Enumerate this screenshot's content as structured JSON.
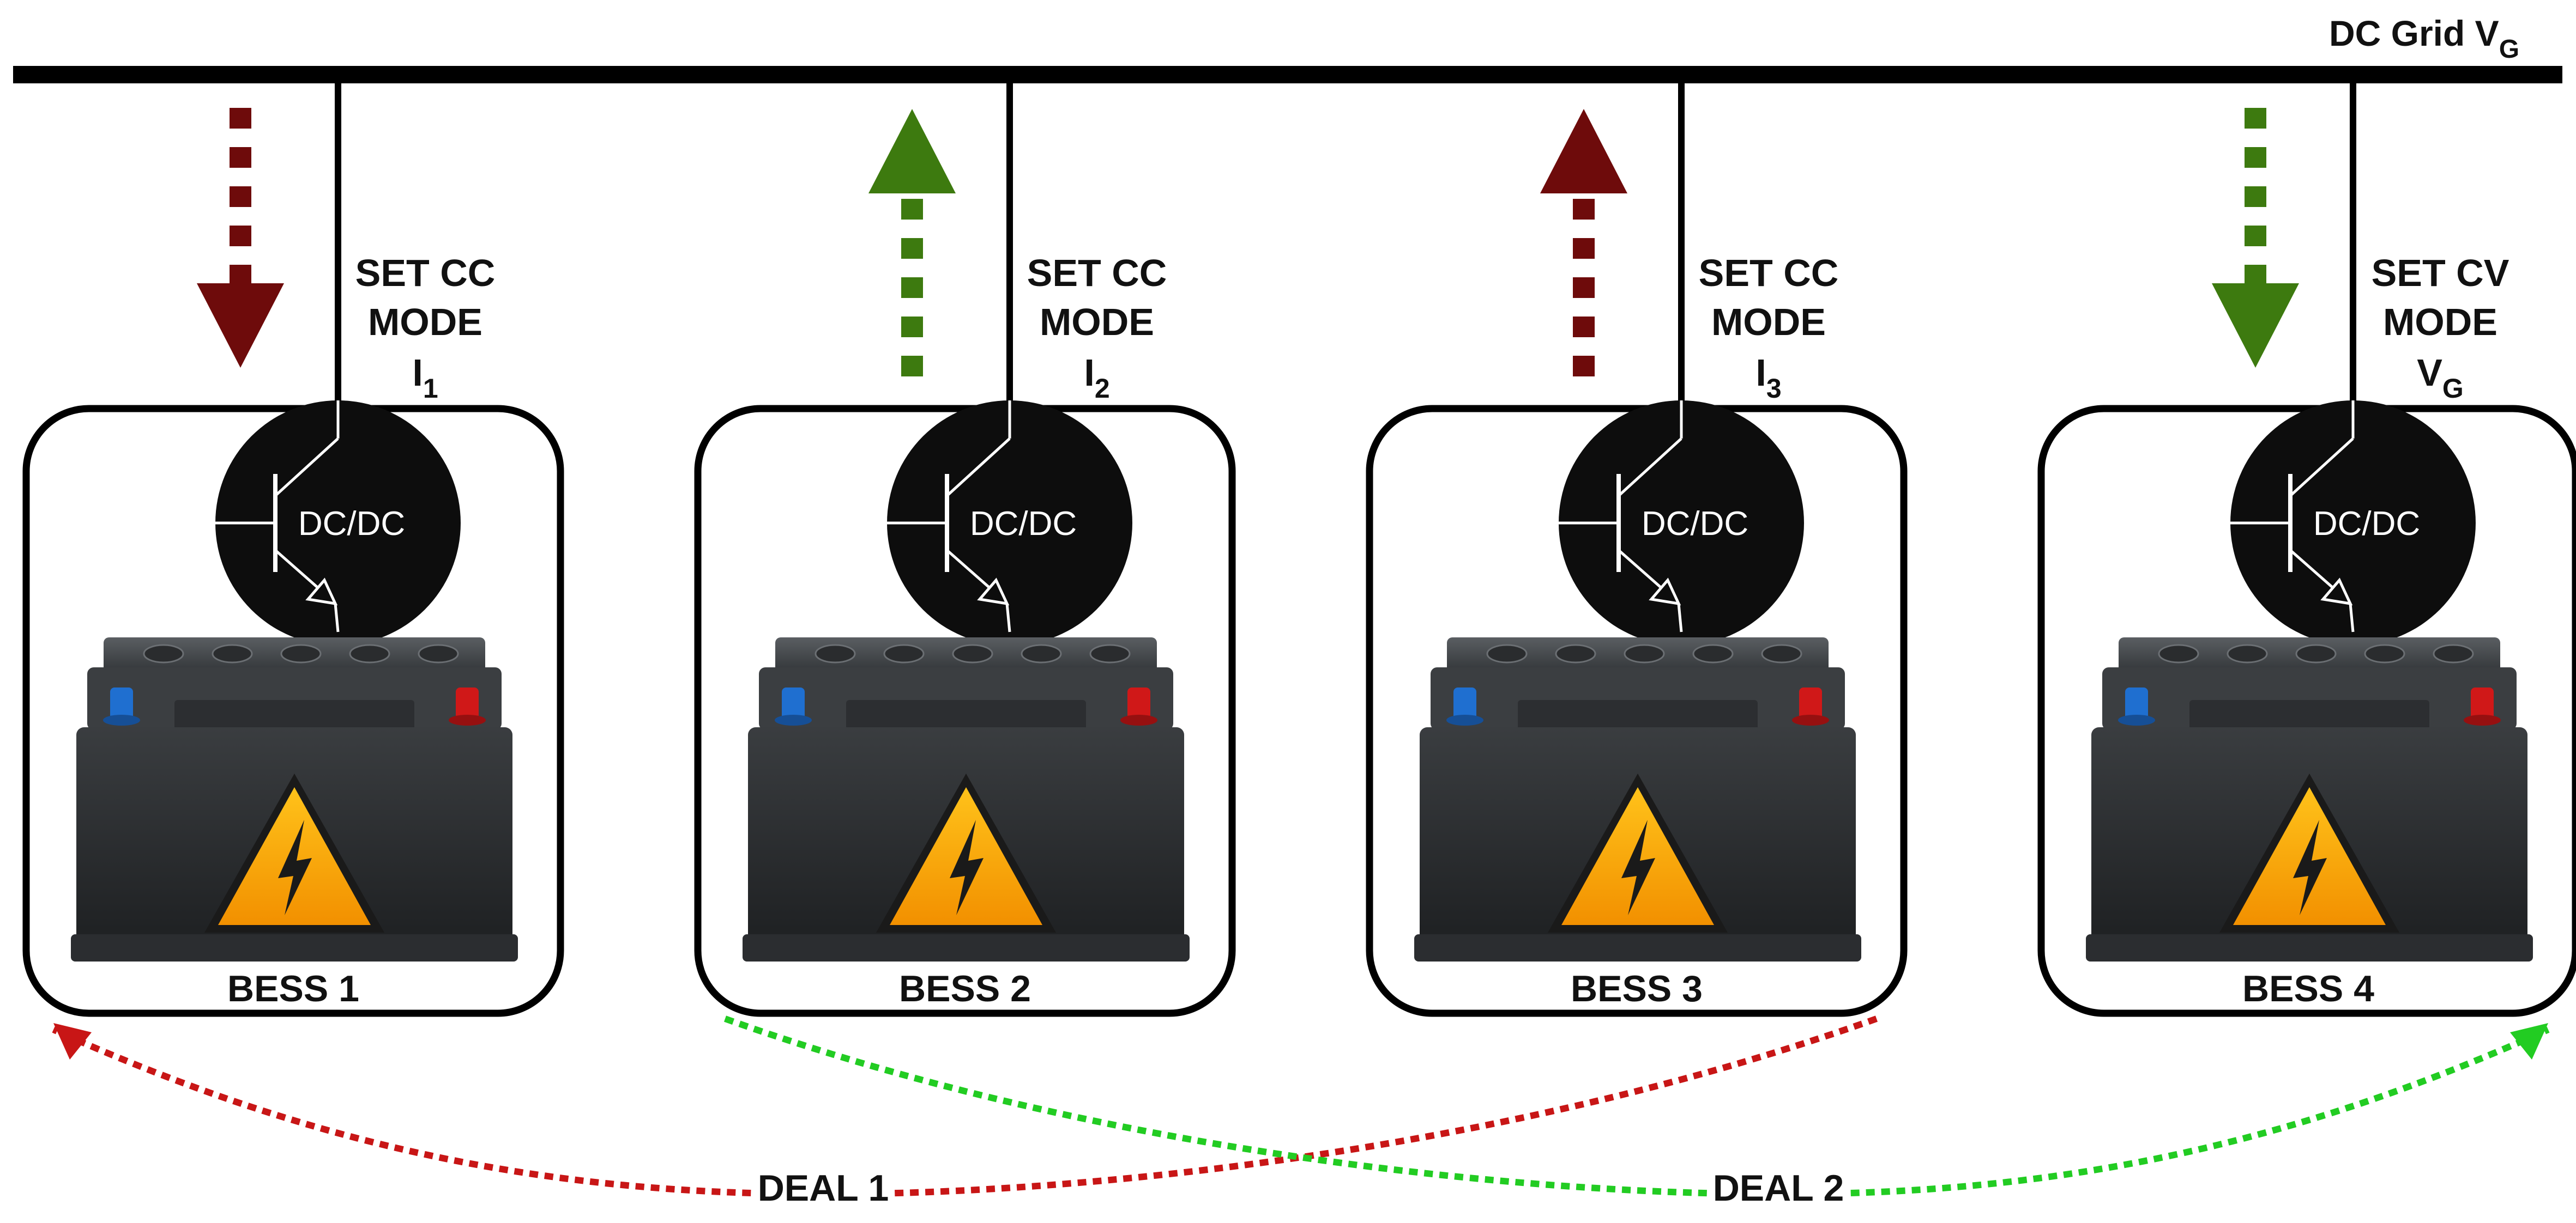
{
  "grid": {
    "label": "DC Grid V",
    "label_sub": "G"
  },
  "units": [
    {
      "mode_line1": "SET CC",
      "mode_line2": "MODE",
      "param": "I",
      "param_sub": "1",
      "converter": "DC/DC",
      "name": "BESS 1",
      "flow": "to-battery",
      "flow_color": "#6e0b0b"
    },
    {
      "mode_line1": "SET CC",
      "mode_line2": "MODE",
      "param": "I",
      "param_sub": "2",
      "converter": "DC/DC",
      "name": "BESS 2",
      "flow": "to-grid",
      "flow_color": "#3d7a0f"
    },
    {
      "mode_line1": "SET CC",
      "mode_line2": "MODE",
      "param": "I",
      "param_sub": "3",
      "converter": "DC/DC",
      "name": "BESS 3",
      "flow": "to-grid",
      "flow_color": "#6e0b0b"
    },
    {
      "mode_line1": "SET CV",
      "mode_line2": "MODE",
      "param": "V",
      "param_sub": "G",
      "converter": "DC/DC",
      "name": "BESS 4",
      "flow": "to-battery",
      "flow_color": "#3d7a0f"
    }
  ],
  "deals": [
    {
      "label": "DEAL 1",
      "from": "BESS 3",
      "to": "BESS 1",
      "color": "#c81616"
    },
    {
      "label": "DEAL 2",
      "from": "BESS 2",
      "to": "BESS 4",
      "color": "#22cc22"
    }
  ]
}
